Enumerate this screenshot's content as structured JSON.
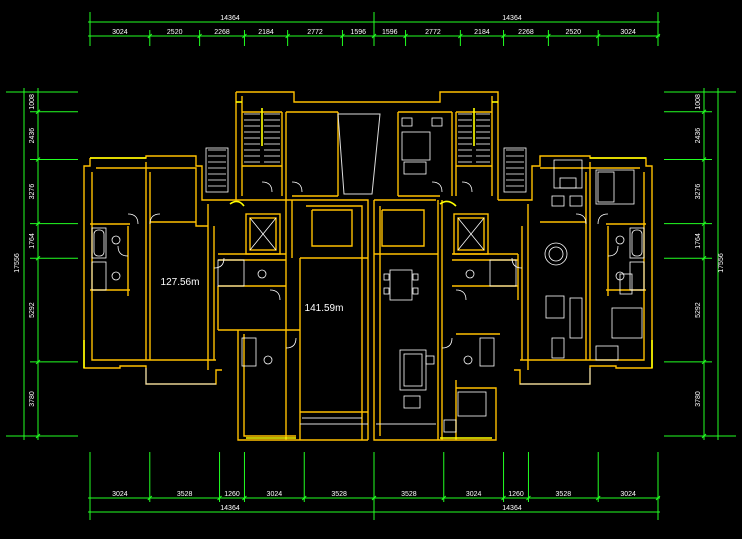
{
  "drawing": {
    "areas": [
      "127.56m",
      "141.59m"
    ],
    "top_total": [
      "14364",
      "14364"
    ],
    "top_dims": [
      "3024",
      "2520",
      "2268",
      "2184",
      "2772",
      "1596",
      "1596",
      "2772",
      "2184",
      "2268",
      "2520",
      "3024"
    ],
    "bottom_dims": [
      "3024",
      "3528",
      "1260",
      "3024",
      "3528",
      "3528",
      "3024",
      "1260",
      "3528",
      "3024"
    ],
    "bottom_total": [
      "14364",
      "14364"
    ],
    "left_dims": [
      "1008",
      "2436",
      "3276",
      "1764",
      "5292",
      "3780"
    ],
    "left_total": "17556",
    "right_dims": [
      "1008",
      "2436",
      "3276",
      "1764",
      "5292",
      "3780"
    ],
    "right_total": "17556",
    "colors": {
      "background": "#000000",
      "dimension": "#22ff22",
      "wall": "#ffc000",
      "detail": "#ffffff",
      "highlight": "#ffff00",
      "window": "#dddddd"
    }
  }
}
